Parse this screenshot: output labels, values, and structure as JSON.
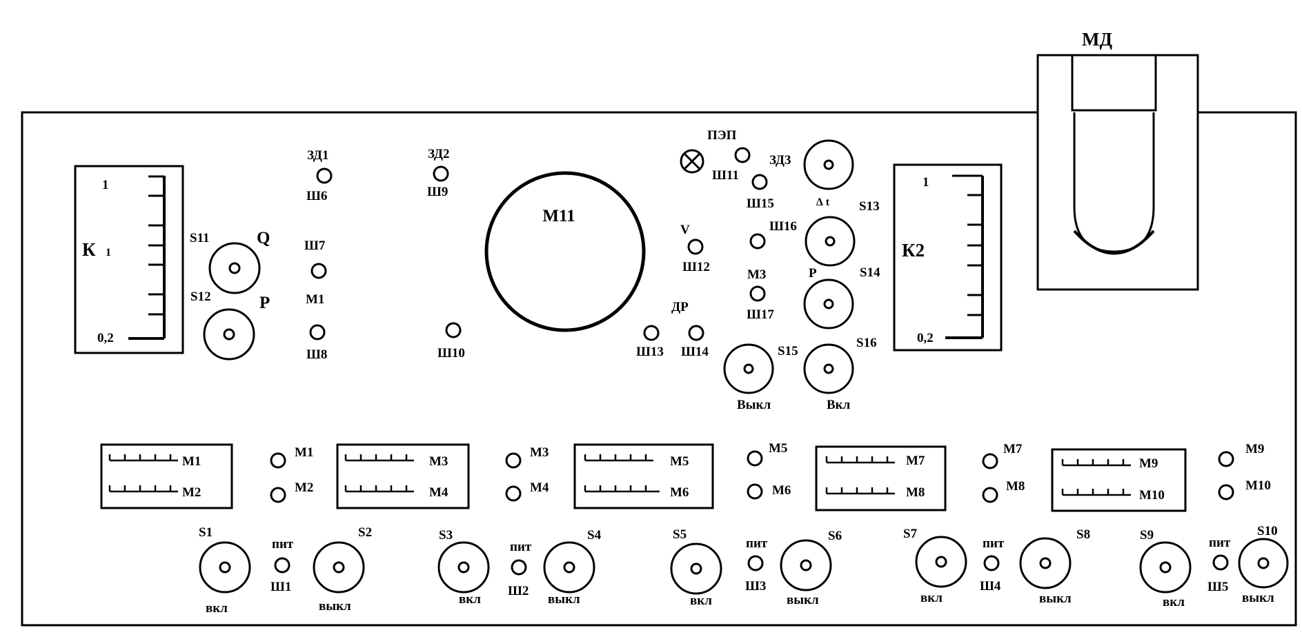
{
  "title": "МД",
  "lamp": {
    "label": "ПЭП"
  },
  "gauges": {
    "k1": {
      "name": "К",
      "sub": "1",
      "top": "1",
      "bottom": "0,2"
    },
    "k2": {
      "name": "К2",
      "top": "1",
      "bottom": "0,2"
    }
  },
  "dial_m11": "М11",
  "labels": {
    "s11": "S11",
    "q": "Q",
    "s12": "S12",
    "p": "P",
    "zd1": "ЗД1",
    "sh6": "Ш6",
    "sh7": "Ш7",
    "m1_top": "М1",
    "sh8": "Ш8",
    "zd2": "ЗД2",
    "sh9": "Ш9",
    "sh10": "Ш10",
    "sh11": "Ш11",
    "zd3": "ЗД3",
    "sh15": "Ш15",
    "dt": "∆ t",
    "s13": "S13",
    "v": "V",
    "sh12": "Ш12",
    "sh16": "Ш16",
    "m3_top": "М3",
    "p_small": "P",
    "s14": "S14",
    "sh17": "Ш17",
    "dr": "ДР",
    "sh13": "Ш13",
    "sh14": "Ш14",
    "s15": "S15",
    "s16": "S16",
    "vykl_top": "Выкл",
    "vkl_top": "Вкл"
  },
  "modules": [
    {
      "top": "М1",
      "bottom": "М2",
      "lamp_top": "М1",
      "lamp_bottom": "М2",
      "s_left": "S1",
      "s_right": "S2",
      "pit": "пит",
      "sh": "Ш1",
      "on": "вкл",
      "off": "выкл"
    },
    {
      "top": "М3",
      "bottom": "М4",
      "lamp_top": "М3",
      "lamp_bottom": "М4",
      "s_left": "S3",
      "s_right": "S4",
      "pit": "пит",
      "sh": "Ш2",
      "on": "вкл",
      "off": "выкл"
    },
    {
      "top": "М5",
      "bottom": "М6",
      "lamp_top": "М5",
      "lamp_bottom": "М6",
      "s_left": "S5",
      "s_right": "S6",
      "pit": "пит",
      "sh": "Ш3",
      "on": "вкл",
      "off": "выкл"
    },
    {
      "top": "М7",
      "bottom": "М8",
      "lamp_top": "М7",
      "lamp_bottom": "М8",
      "s_left": "S7",
      "s_right": "S8",
      "pit": "пит",
      "sh": "Ш4",
      "on": "вкл",
      "off": "выкл"
    },
    {
      "top": "М9",
      "bottom": "М10",
      "lamp_top": "М9",
      "lamp_bottom": "М10",
      "s_left": "S9",
      "s_right": "S10",
      "pit": "пит",
      "sh": "Ш5",
      "on": "вкл",
      "off": "выкл"
    }
  ]
}
